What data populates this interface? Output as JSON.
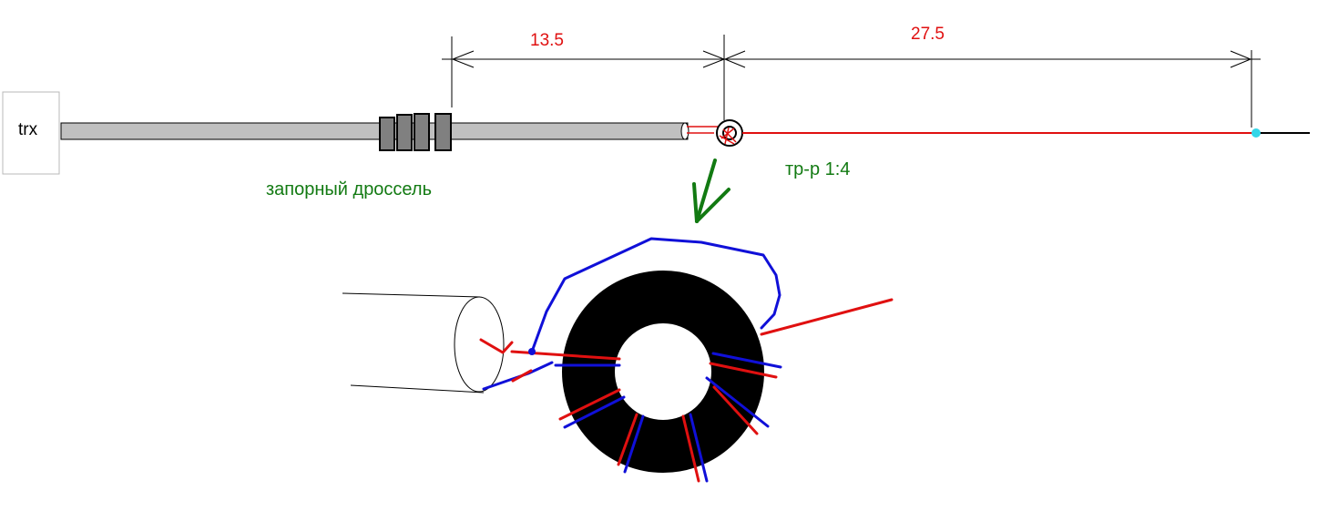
{
  "labels": {
    "trx": "trx",
    "dim_left": "13.5",
    "dim_right": "27.5",
    "choke": "запорный дроссель",
    "transformer": "тр-р 1:4"
  },
  "colors": {
    "red": "#e01010",
    "green": "#127a12",
    "blue": "#1010d8",
    "coax": "#c0c0c0",
    "ferrite": "#000000",
    "cyan": "#33d6e8"
  }
}
